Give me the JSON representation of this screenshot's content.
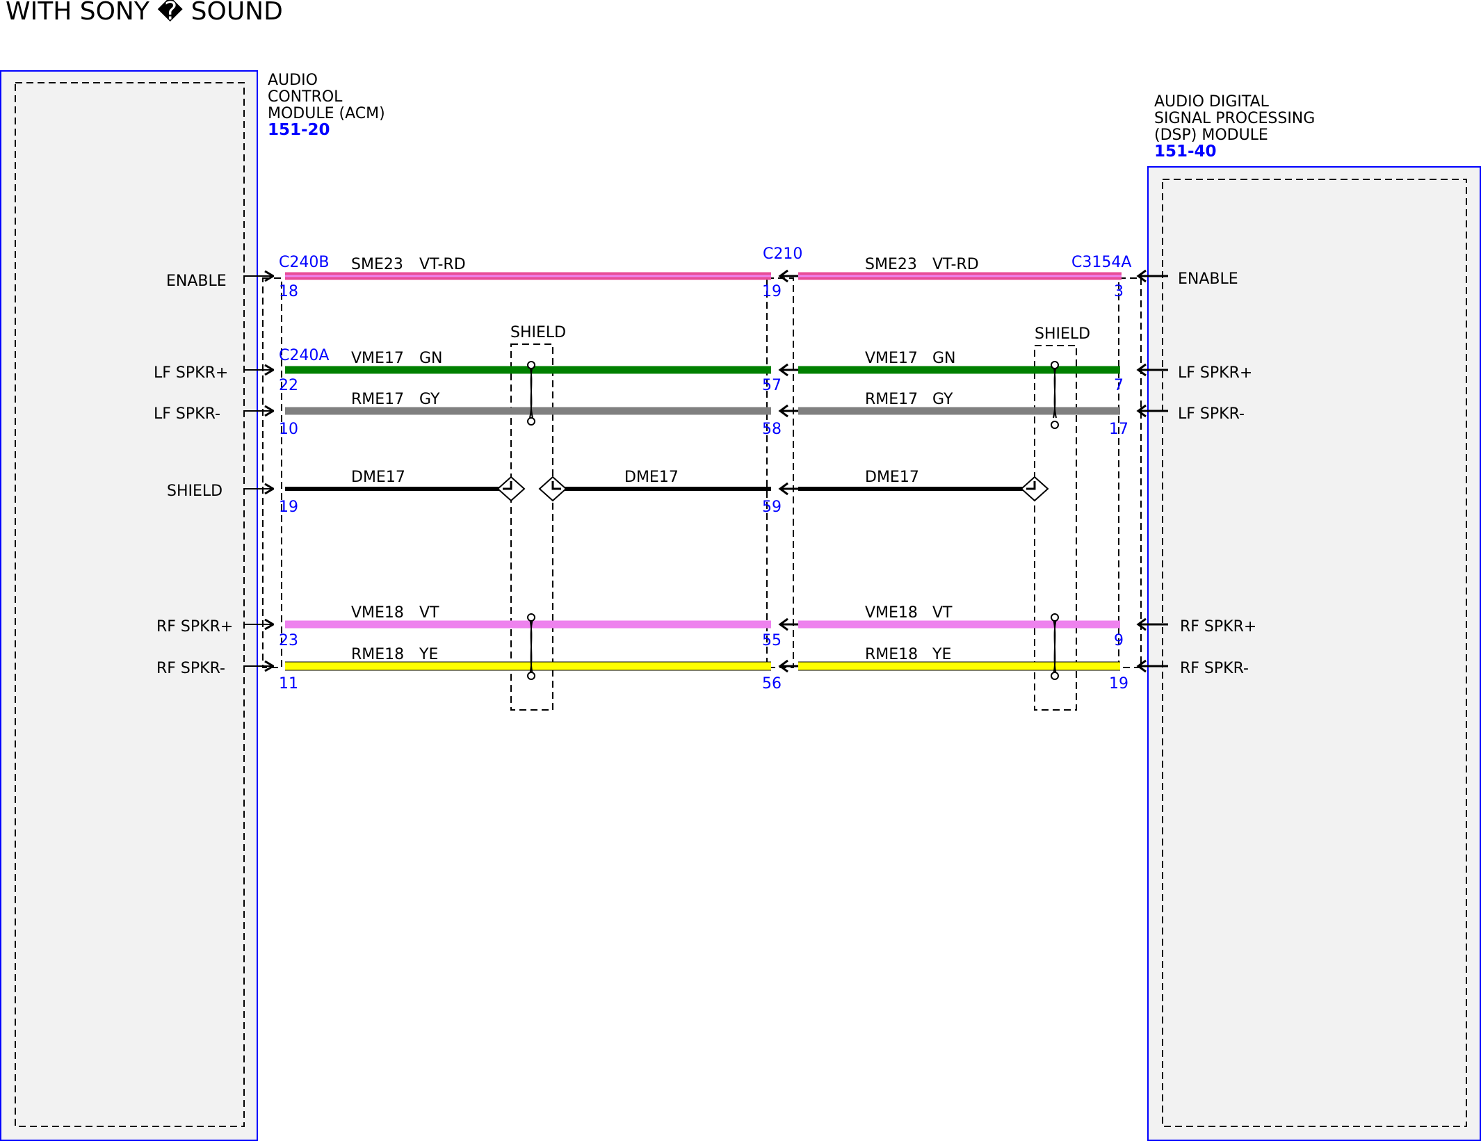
{
  "page": {
    "title": "WITH SONY � SOUND"
  },
  "colors": {
    "module_border": "#0000ff",
    "module_fill": "#f2f2f2",
    "pin_label": "#0000ff",
    "VT-RD_band": "#e84c97",
    "VT-RD_stripe": "#ee82ee",
    "GN": "#008000",
    "GY": "#808080",
    "DME": "#000000",
    "VT": "#ee82ee",
    "YE": "#ffff00"
  },
  "modules": {
    "acm": {
      "name_lines": [
        "AUDIO",
        "CONTROL",
        "MODULE (ACM)"
      ],
      "number": "151-20"
    },
    "dsp": {
      "name_lines": [
        "AUDIO DIGITAL",
        "SIGNAL PROCESSING",
        "(DSP) MODULE"
      ],
      "number": "151-40"
    }
  },
  "connectors": {
    "acm_top": "C240B",
    "acm_bottom": "C240A",
    "inline": "C210",
    "dsp": "C3154A"
  },
  "shield_labels": [
    "SHIELD",
    "SHIELD"
  ],
  "circuits": [
    {
      "id": "enable",
      "acm_signal": "ENABLE",
      "dsp_signal": "ENABLE",
      "acm_pin": "18",
      "inline_pin": "19",
      "dsp_pin": "3",
      "left_wire": {
        "circuit": "SME23",
        "color": "VT-RD"
      },
      "right_wire": {
        "circuit": "SME23",
        "color": "VT-RD"
      }
    },
    {
      "id": "lf_pos",
      "acm_signal": "LF SPKR+",
      "dsp_signal": "LF SPKR+",
      "acm_pin": "22",
      "inline_pin": "57",
      "dsp_pin": "7",
      "left_wire": {
        "circuit": "VME17",
        "color": "GN"
      },
      "right_wire": {
        "circuit": "VME17",
        "color": "GN"
      }
    },
    {
      "id": "lf_neg",
      "acm_signal": "LF SPKR-",
      "dsp_signal": "LF SPKR-",
      "acm_pin": "10",
      "inline_pin": "58",
      "dsp_pin": "17",
      "left_wire": {
        "circuit": "RME17",
        "color": "GY"
      },
      "right_wire": {
        "circuit": "RME17",
        "color": "GY"
      }
    },
    {
      "id": "shield",
      "acm_signal": "SHIELD",
      "acm_pin": "19",
      "inline_pin": "59",
      "left_wire": {
        "circuit": "DME17"
      },
      "middle_wire": {
        "circuit": "DME17"
      },
      "right_wire": {
        "circuit": "DME17"
      }
    },
    {
      "id": "rf_pos",
      "acm_signal": "RF SPKR+",
      "dsp_signal": "RF SPKR+",
      "acm_pin": "23",
      "inline_pin": "55",
      "dsp_pin": "9",
      "left_wire": {
        "circuit": "VME18",
        "color": "VT"
      },
      "right_wire": {
        "circuit": "VME18",
        "color": "VT"
      }
    },
    {
      "id": "rf_neg",
      "acm_signal": "RF SPKR-",
      "dsp_signal": "RF SPKR-",
      "acm_pin": "11",
      "inline_pin": "56",
      "dsp_pin": "19",
      "left_wire": {
        "circuit": "RME18",
        "color": "YE"
      },
      "right_wire": {
        "circuit": "RME18",
        "color": "YE"
      }
    }
  ]
}
